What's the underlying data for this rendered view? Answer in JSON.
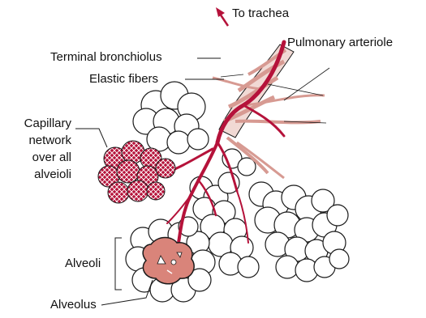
{
  "labels": {
    "to_trachea": "To trachea",
    "pulmonary_arteriole": "Pulmonary arteriole",
    "terminal_bronchiolus": "Terminal bronchiolus",
    "elastic_fibers": "Elastic fibers",
    "capillary_line1": "Capillary",
    "capillary_line2": "network",
    "capillary_line3": "over all",
    "capillary_line4": "alveioli",
    "alveoli": "Alveoli",
    "alveolus": "Alveolus"
  },
  "colors": {
    "vessel_red": "#b5123a",
    "fiber_pink": "#d79a92",
    "alveolus_fill": "#d9847a",
    "outline": "#1a1a1a"
  },
  "icons": {
    "trachea_arrow": "arrow-up-left-icon"
  }
}
